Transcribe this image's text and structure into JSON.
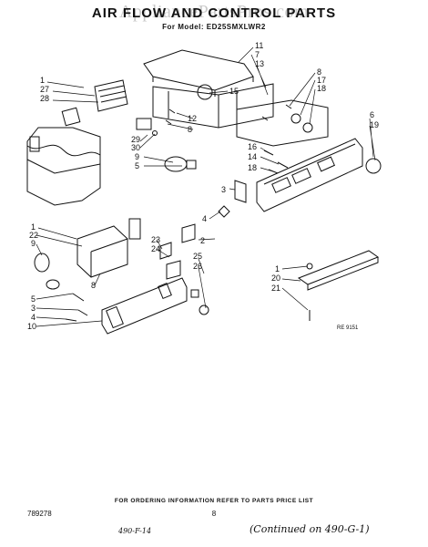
{
  "header": {
    "title": "AIR FLOW AND CONTROL PARTS",
    "model": "For Model: ED25SMXLWR2"
  },
  "watermark": "AppliancePartsPros.com",
  "ref_code": "RE 9151",
  "footer": {
    "note": "FOR ORDERING INFORMATION REFER TO PARTS PRICE LIST",
    "page": "8",
    "doc_number": "789278",
    "hand_left": "490-F-14",
    "hand_right": "(Continued on 490-G-1)"
  },
  "callouts": [
    "1",
    "27",
    "28",
    "29",
    "30",
    "9",
    "5",
    "11",
    "7",
    "13",
    "15",
    "12",
    "8",
    "17",
    "18",
    "6",
    "19",
    "16",
    "14",
    "3",
    "4",
    "2",
    "23",
    "24",
    "22",
    "25",
    "26",
    "20",
    "21",
    "10"
  ]
}
